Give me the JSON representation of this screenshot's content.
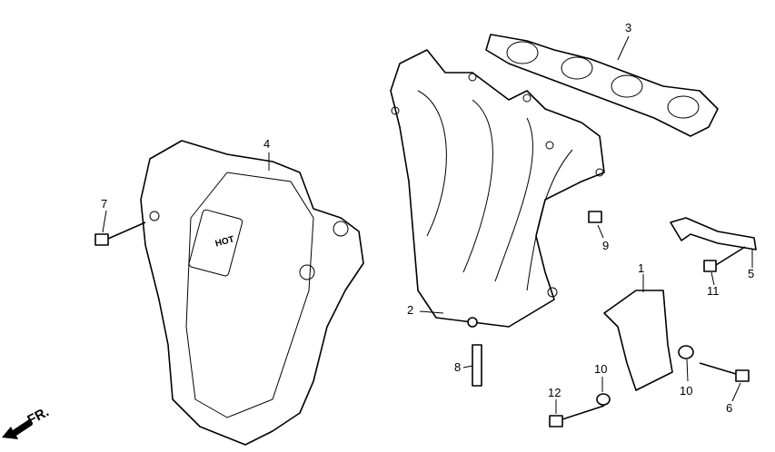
{
  "diagram": {
    "title": "Exhaust manifold parts diagram",
    "direction_label": "FR.",
    "shield_logo_text": "HOT",
    "callouts": [
      {
        "id": "c1",
        "text": "1",
        "part": "bracket"
      },
      {
        "id": "c2",
        "text": "2",
        "part": "exhaust-manifold"
      },
      {
        "id": "c3",
        "text": "3",
        "part": "manifold-gasket"
      },
      {
        "id": "c4",
        "text": "4",
        "part": "heat-shield"
      },
      {
        "id": "c5",
        "text": "5",
        "part": "hanger-bracket"
      },
      {
        "id": "c6",
        "text": "6",
        "part": "flange-bolt"
      },
      {
        "id": "c7",
        "text": "7",
        "part": "shield-bolt"
      },
      {
        "id": "c8",
        "text": "8",
        "part": "stud-bolt"
      },
      {
        "id": "c9",
        "text": "9",
        "part": "flange-nut"
      },
      {
        "id": "c10a",
        "text": "10",
        "part": "washer"
      },
      {
        "id": "c10b",
        "text": "10",
        "part": "washer"
      },
      {
        "id": "c11",
        "text": "11",
        "part": "hanger-bolt"
      },
      {
        "id": "c12",
        "text": "12",
        "part": "bracket-bolt"
      }
    ]
  }
}
